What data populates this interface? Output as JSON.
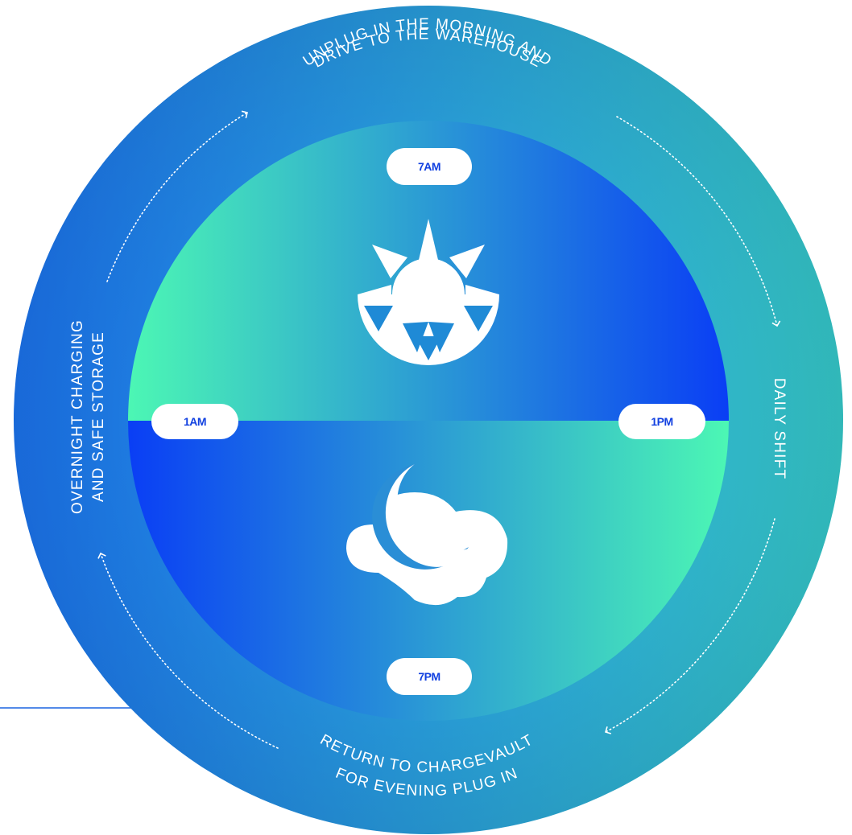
{
  "colors": {
    "outer_left": "#1a6fe6",
    "outer_right": "#34c3c4",
    "inner_blue": "#0a3ef5",
    "inner_green": "#4cf7b4",
    "pill_bg": "#ffffff",
    "pill_text": "#1140e0",
    "ring_text": "#ffffff",
    "accent_line": "#1a63e0"
  },
  "times": {
    "morning": "7AM",
    "midday": "1PM",
    "evening": "7PM",
    "night": "1AM"
  },
  "stages": {
    "morning": {
      "line1": "UNPLUG IN THE MORNING AND",
      "line2": "DRIVE TO THE WAREHOUSE"
    },
    "shift": {
      "line1": "DAILY SHIFT"
    },
    "evening": {
      "line1": "RETURN TO CHARGEVAULT",
      "line2": "FOR EVENING PLUG IN"
    },
    "overnight": {
      "line1": "OVERNIGHT CHARGING",
      "line2": "AND SAFE STORAGE"
    }
  },
  "icons": {
    "day": "sun-icon",
    "night": "moon-cloud-icon"
  }
}
